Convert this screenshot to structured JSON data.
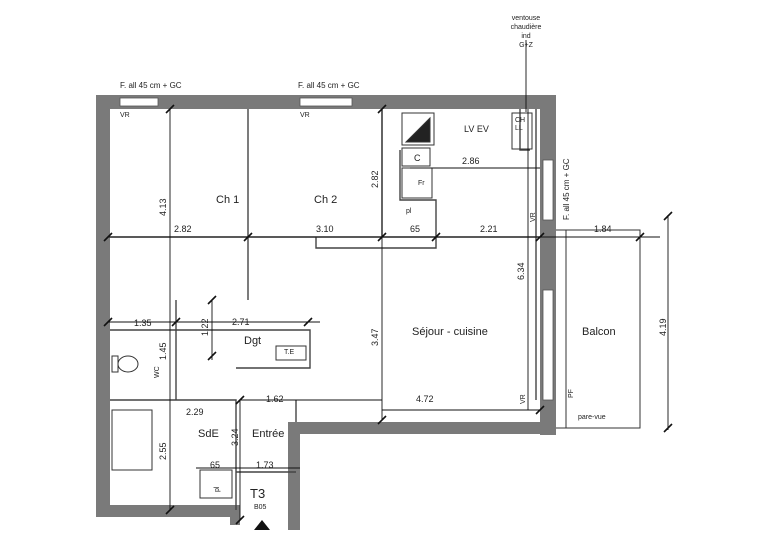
{
  "rooms": {
    "ch1": "Ch 1",
    "ch2": "Ch 2",
    "sejour": "Séjour - cuisine",
    "balcon": "Balcon",
    "dgt": "Dgt",
    "sde": "SdE",
    "entree": "Entrée",
    "wc": "WC"
  },
  "fixtures": {
    "lv_ev": "LV  EV",
    "ch_ll": "CH\nLL",
    "c": "C",
    "fr": "Fr",
    "pl_cuisine": "pl",
    "te": "T.E",
    "pl_entree": "pl",
    "vr_top1": "VR",
    "vr_top2": "VR",
    "vr_side": "VR",
    "vr_bottom": "VR",
    "pf": "PF",
    "pare_vue": "pare-vue"
  },
  "annotations": {
    "fenetre_1": "F. all 45 cm + GC",
    "fenetre_2": "F. all 45 cm + GC",
    "fenetre_3": "F. all 45 cm + GC",
    "ventouse": [
      "ventouse",
      "chaudière",
      "ind",
      "G+Z"
    ]
  },
  "dimensions": {
    "d_4_13": "4.13",
    "d_2_82_h": "2.82",
    "d_3_10": "3.10",
    "d_65_a": "65",
    "d_2_21": "2.21",
    "d_1_84": "1.84",
    "d_2_82_v": "2.82",
    "d_2_86": "2.86",
    "d_6_34": "6.34",
    "d_4_19": "4.19",
    "d_1_35": "1.35",
    "d_1_22": "1.22",
    "d_2_71": "2.71",
    "d_1_45": "1.45",
    "d_3_47": "3.47",
    "d_1_62": "1.62",
    "d_4_72": "4.72",
    "d_2_29": "2.29",
    "d_2_55": "2.55",
    "d_3_24": "3.24",
    "d_65_b": "65",
    "d_1_73": "1.73"
  },
  "unit": {
    "type": "T3",
    "code": "B05"
  }
}
